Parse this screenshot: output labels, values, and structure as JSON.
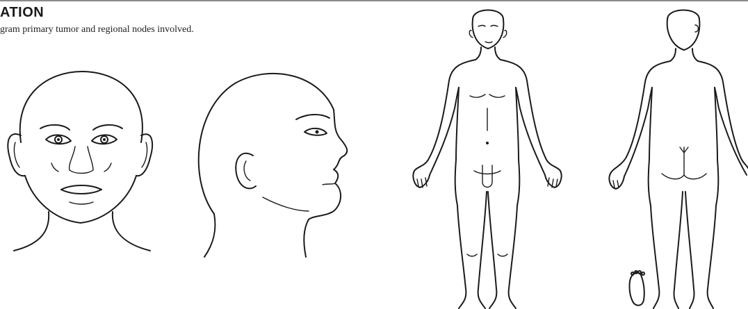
{
  "section": {
    "heading": "ATION",
    "instruction": "gram primary tumor and regional nodes involved."
  },
  "figures": [
    {
      "name": "head-front",
      "icon": "head-front-diagram"
    },
    {
      "name": "head-profile",
      "icon": "head-profile-diagram"
    },
    {
      "name": "body-anterior",
      "icon": "body-anterior-diagram"
    },
    {
      "name": "body-posterior",
      "icon": "body-posterior-diagram"
    },
    {
      "name": "foot-sole",
      "icon": "foot-sole-diagram"
    }
  ]
}
